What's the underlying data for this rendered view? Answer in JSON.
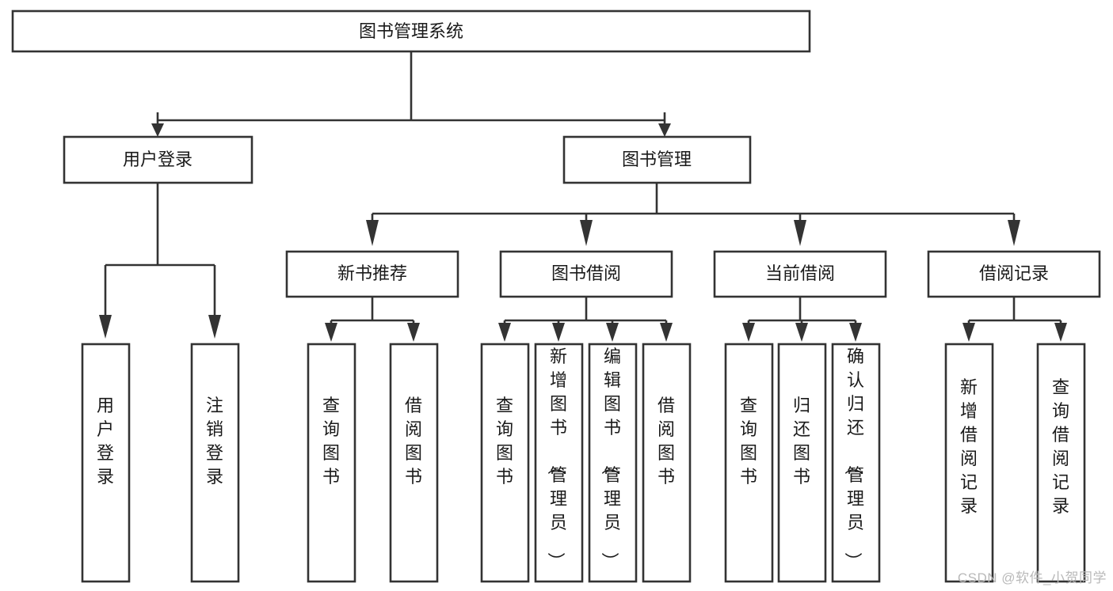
{
  "chart_data": {
    "type": "diagram",
    "title": "图书管理系统",
    "diagram_kind": "tree / hierarchy (功能结构图)",
    "orientation": "top-down",
    "levels": 4,
    "nodes": [
      {
        "id": "root",
        "label": "图书管理系统",
        "level": 0,
        "orientation": "horizontal"
      },
      {
        "id": "login",
        "label": "用户登录",
        "level": 1,
        "orientation": "horizontal",
        "parent": "root"
      },
      {
        "id": "bookmgmt",
        "label": "图书管理",
        "level": 1,
        "orientation": "horizontal",
        "parent": "root"
      },
      {
        "id": "newbook",
        "label": "新书推荐",
        "level": 2,
        "orientation": "horizontal",
        "parent": "bookmgmt"
      },
      {
        "id": "borrow",
        "label": "图书借阅",
        "level": 2,
        "orientation": "horizontal",
        "parent": "bookmgmt"
      },
      {
        "id": "current",
        "label": "当前借阅",
        "level": 2,
        "orientation": "horizontal",
        "parent": "bookmgmt"
      },
      {
        "id": "record",
        "label": "借阅记录",
        "level": 2,
        "orientation": "horizontal",
        "parent": "bookmgmt"
      },
      {
        "id": "leaf1",
        "label": "用户登录",
        "level": 3,
        "orientation": "vertical",
        "parent": "login"
      },
      {
        "id": "leaf2",
        "label": "注销登录",
        "level": 3,
        "orientation": "vertical",
        "parent": "login"
      },
      {
        "id": "leaf3",
        "label": "查询图书",
        "level": 3,
        "orientation": "vertical",
        "parent": "newbook"
      },
      {
        "id": "leaf4",
        "label": "借阅图书",
        "level": 3,
        "orientation": "vertical",
        "parent": "newbook"
      },
      {
        "id": "leaf5",
        "label": "查询图书",
        "level": 3,
        "orientation": "vertical",
        "parent": "borrow"
      },
      {
        "id": "leaf6",
        "label": "新增图书（管理员）",
        "level": 3,
        "orientation": "vertical",
        "parent": "borrow"
      },
      {
        "id": "leaf7",
        "label": "编辑图书（管理员）",
        "level": 3,
        "orientation": "vertical",
        "parent": "borrow"
      },
      {
        "id": "leaf8",
        "label": "借阅图书",
        "level": 3,
        "orientation": "vertical",
        "parent": "borrow"
      },
      {
        "id": "leaf9",
        "label": "查询图书",
        "level": 3,
        "orientation": "vertical",
        "parent": "current"
      },
      {
        "id": "leaf10",
        "label": "归还图书",
        "level": 3,
        "orientation": "vertical",
        "parent": "current"
      },
      {
        "id": "leaf11",
        "label": "确认归还（管理员）",
        "level": 3,
        "orientation": "vertical",
        "parent": "current"
      },
      {
        "id": "leaf12",
        "label": "新增借阅记录",
        "level": 3,
        "orientation": "vertical",
        "parent": "record"
      },
      {
        "id": "leaf13",
        "label": "查询借阅记录",
        "level": 3,
        "orientation": "vertical",
        "parent": "record"
      }
    ],
    "edges": [
      [
        "root",
        "login"
      ],
      [
        "root",
        "bookmgmt"
      ],
      [
        "bookmgmt",
        "newbook"
      ],
      [
        "bookmgmt",
        "borrow"
      ],
      [
        "bookmgmt",
        "current"
      ],
      [
        "bookmgmt",
        "record"
      ],
      [
        "login",
        "leaf1"
      ],
      [
        "login",
        "leaf2"
      ],
      [
        "newbook",
        "leaf3"
      ],
      [
        "newbook",
        "leaf4"
      ],
      [
        "borrow",
        "leaf5"
      ],
      [
        "borrow",
        "leaf6"
      ],
      [
        "borrow",
        "leaf7"
      ],
      [
        "borrow",
        "leaf8"
      ],
      [
        "current",
        "leaf9"
      ],
      [
        "current",
        "leaf10"
      ],
      [
        "current",
        "leaf11"
      ],
      [
        "record",
        "leaf12"
      ],
      [
        "record",
        "leaf13"
      ]
    ],
    "colors": {
      "background": "#ffffff",
      "box_fill": "#ffffff",
      "box_stroke": "#333333",
      "text": "#1a1a1a",
      "watermark": "#b9b9b9"
    }
  },
  "diagram": {
    "root": {
      "label": "图书管理系统"
    },
    "level1": [
      {
        "label": "用户登录"
      },
      {
        "label": "图书管理"
      }
    ],
    "level2": [
      {
        "label": "新书推荐"
      },
      {
        "label": "图书借阅"
      },
      {
        "label": "当前借阅"
      },
      {
        "label": "借阅记录"
      }
    ],
    "leaves": [
      {
        "label": "用户登录"
      },
      {
        "label": "注销登录"
      },
      {
        "label": "查询图书"
      },
      {
        "label": "借阅图书"
      },
      {
        "label": "查询图书"
      },
      {
        "label": "新增图书（管理员）"
      },
      {
        "label": "编辑图书（管理员）"
      },
      {
        "label": "借阅图书"
      },
      {
        "label": "查询图书"
      },
      {
        "label": "归还图书"
      },
      {
        "label": "确认归还（管理员）"
      },
      {
        "label": "新增借阅记录"
      },
      {
        "label": "查询借阅记录"
      }
    ]
  },
  "watermark": {
    "text": "CSDN @软件_小贺同学"
  }
}
